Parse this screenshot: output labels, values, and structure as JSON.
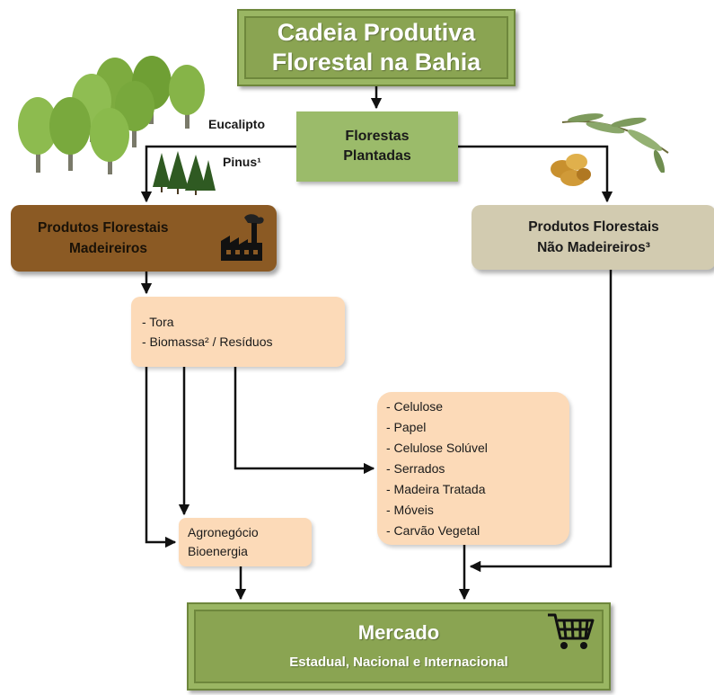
{
  "title": {
    "line1": "Cadeia Produtiva",
    "line2": "Florestal na Bahia"
  },
  "florestas": {
    "line1": "Florestas",
    "line2": "Plantadas"
  },
  "labels": {
    "eucalipto": "Eucalipto",
    "pinus": "Pinus¹"
  },
  "madeireiros": {
    "line1": "Produtos Florestais",
    "line2": "Madeireiros"
  },
  "nao_madeireiros": {
    "line1": "Produtos Florestais",
    "line2": "Não Madeireiros³"
  },
  "materia_prima": {
    "items": [
      "- Tora",
      "- Biomassa² / Resíduos"
    ]
  },
  "produtos": {
    "items": [
      "- Celulose",
      "- Papel",
      "- Celulose Solúvel",
      "- Serrados",
      "- Madeira Tratada",
      "- Móveis",
      "- Carvão Vegetal"
    ]
  },
  "agro": {
    "line1": "Agronegócio",
    "line2": "Bioenergia"
  },
  "mercado": {
    "line1": "Mercado",
    "line2": "Estadual, Nacional e Internacional"
  },
  "colors": {
    "title_green": "#8aa452",
    "florestas_green": "#9bbb6a",
    "madeireiros_brown": "#8b5a24",
    "nao_madeireiros_beige": "#d2cbb0",
    "peach": "#fcdab8"
  },
  "icons": [
    "eucalyptus-trees-icon",
    "pine-trees-icon",
    "factory-icon",
    "eucalyptus-branch-icon",
    "resin-icon",
    "shopping-cart-icon"
  ]
}
